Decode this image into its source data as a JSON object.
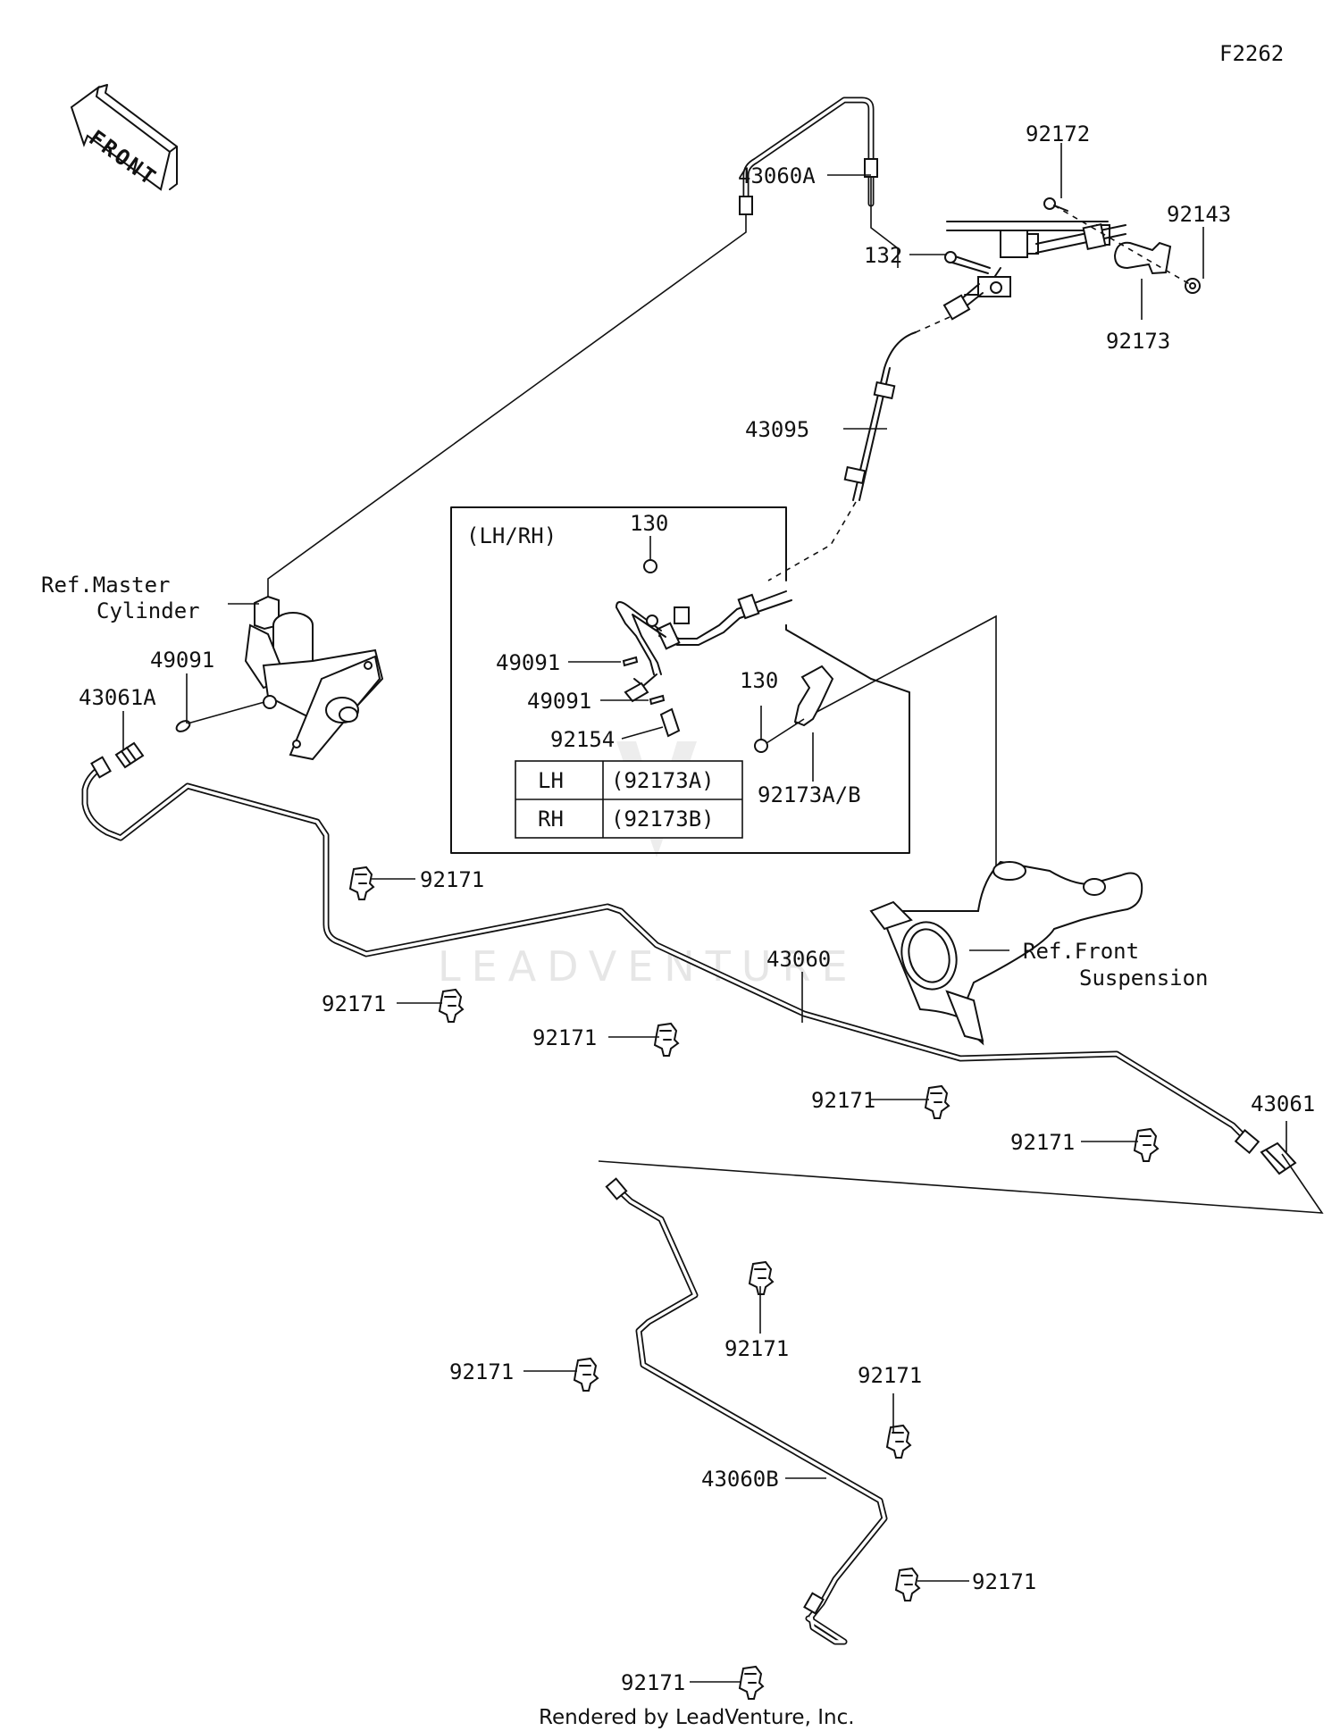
{
  "diagram_code": "F2262",
  "front_arrow_label": "FRONT",
  "watermark": "LEADVENTURE",
  "footer": "Rendered by LeadVenture, Inc.",
  "inset": {
    "title": "(LH/RH)",
    "table": [
      {
        "side": "LH",
        "part": "(92173A)"
      },
      {
        "side": "RH",
        "part": "(92173B)"
      }
    ]
  },
  "labels": {
    "p43060A": "43060A",
    "p92172": "92172",
    "p92143": "92143",
    "p132": "132",
    "p92173": "92173",
    "p43095": "43095",
    "ref_master_1": "Ref.Master",
    "ref_master_2": "Cylinder",
    "p49091_a": "49091",
    "p43061A": "43061A",
    "p130_a": "130",
    "p49091_b": "49091",
    "p49091_c": "49091",
    "p92154": "92154",
    "p130_b": "130",
    "p92173AB": "92173A/B",
    "p92171_a": "92171",
    "ref_front_1": "Ref.Front",
    "ref_front_2": "Suspension",
    "p43060": "43060",
    "p92171_b": "92171",
    "p92171_c": "92171",
    "p92171_d": "92171",
    "p43061": "43061",
    "p92171_e": "92171",
    "p92171_f": "92171",
    "p92171_g": "92171",
    "p92171_h": "92171",
    "p43060B": "43060B",
    "p92171_i": "92171",
    "p92171_j": "92171"
  },
  "icons": {
    "front_arrow": "front-arrow-icon",
    "clip": "clip-icon",
    "master_cylinder": "master-cylinder-icon",
    "knuckle": "steering-knuckle-icon"
  }
}
